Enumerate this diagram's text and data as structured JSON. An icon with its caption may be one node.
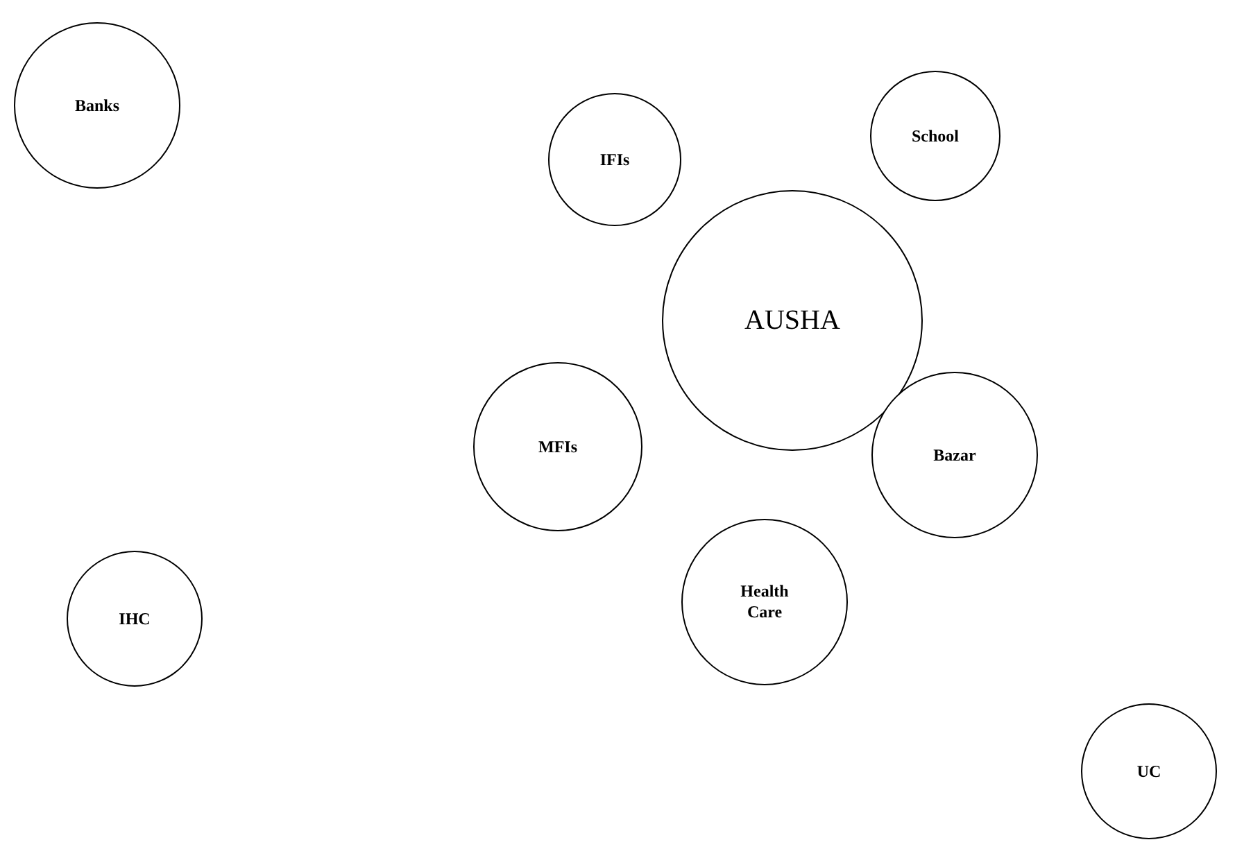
{
  "diagram": {
    "nodes": [
      {
        "text": [
          "Banks"
        ]
      },
      {
        "text": [
          "IFIs"
        ]
      },
      {
        "text": [
          "School"
        ]
      },
      {
        "text": [
          "AUSHA"
        ]
      },
      {
        "text": [
          "MFIs"
        ]
      },
      {
        "text": [
          "Bazar"
        ]
      },
      {
        "text": [
          "Health Care"
        ]
      },
      {
        "text": [
          "IHC"
        ]
      },
      {
        "text": [
          "UC"
        ]
      }
    ]
  }
}
